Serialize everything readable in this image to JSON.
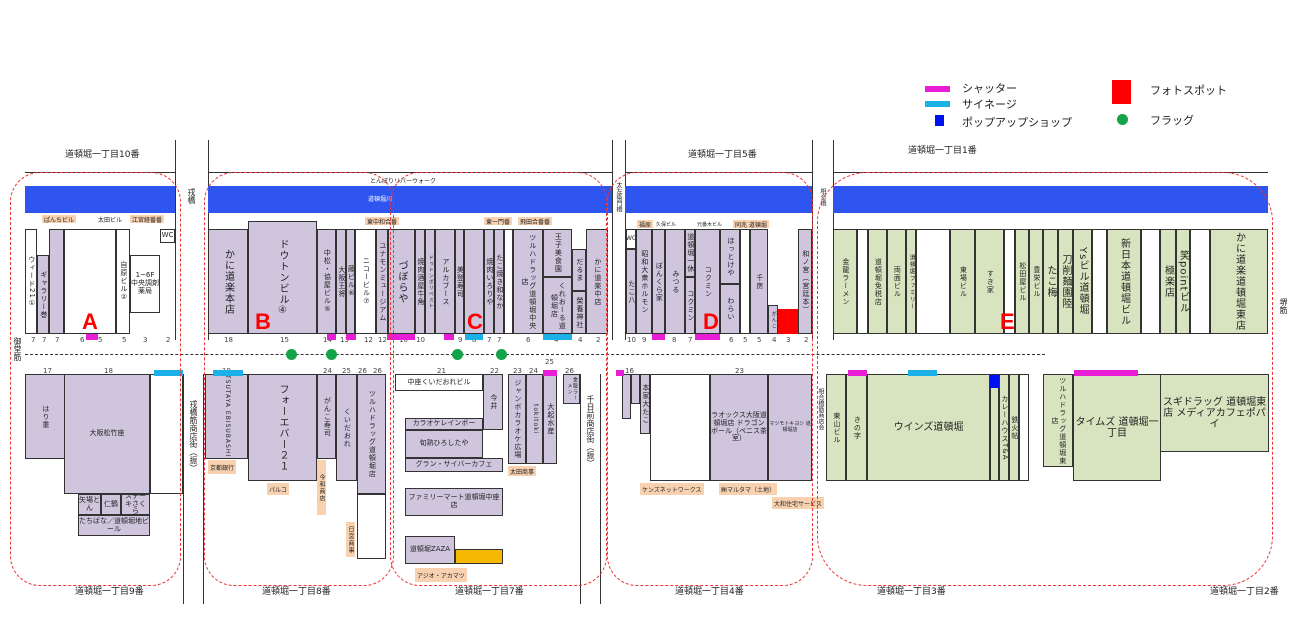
{
  "legend": {
    "shutter": "シャッター",
    "signage": "サイネージ",
    "popup": "ポップアップショップ",
    "photospot": "フォトスポット",
    "flag": "フラッグ"
  },
  "colors": {
    "shutter": "#e81ed6",
    "signage": "#1cb0e8",
    "popup": "#0010f0",
    "photospot": "#ff0000",
    "flag": "#14a348",
    "river": "#2f55f0",
    "shop_west": "#cfc6de",
    "shop_east": "#d8e4bf"
  },
  "zones": [
    "A",
    "B",
    "C",
    "D",
    "E"
  ],
  "blocks": {
    "b10": "道頓堀一丁目10番",
    "b5": "道頓堀一丁目5番",
    "b1": "道頓堀一丁目1番",
    "b9": "道頓堀一丁目9番",
    "b8": "道頓堀一丁目8番",
    "b7": "道頓堀一丁目7番",
    "b4": "道頓堀一丁目4番",
    "b3": "道頓堀一丁目3番",
    "b2": "道頓堀一丁目2番"
  },
  "streets": {
    "ebisu": "戎橋",
    "ebisusuji": "戎橋筋商店街（振）",
    "sennichimae": "千日前商店街（振）",
    "taiko": "太左衛門橋",
    "aiai": "相合橋",
    "aiaisuji": "相合橋筋商店会",
    "sakai": "堺筋",
    "misuji": "御堂筋",
    "riverwalk": "とんぼりリバーウォーク",
    "river": "道頓堀川"
  },
  "top_tags": [
    "ぱんちビル",
    "太田ビル",
    "江宮経番番",
    "東中和合番",
    "東一門番",
    "飛田合番番",
    "福原",
    "久保ビル",
    "元番木ビル",
    "同兆 道頓堀"
  ],
  "top_shops": {
    "weed": "ウィード21①",
    "gallery": "ギャラリー巻",
    "jiyu": "自原ビル②",
    "chuo": "1~6F 中央調剤薬局",
    "wc1": "WC",
    "kani_honten": "かに道楽本店",
    "douton": "ドウトンビル④",
    "nakamatsu": "中松・協屋ビル⑤",
    "osaka_osho": "大阪王将",
    "fuji": "藤ビル⑥",
    "nikko": "ニコービル⑦",
    "unamon": "ユナモンミュージアム",
    "zubora": "づぼらや",
    "gyukaku": "焼肉酒屋牛角",
    "best": "ドゥトンボリベスト",
    "aruka": "アルカブース",
    "mitoshi": "美登寿司",
    "irori": "焼肉いろりや",
    "wanaka": "たこ焼き和なか",
    "tsuruha1": "ツルハドラッグ道頓堀中央店",
    "oji": "王子美食園",
    "creo": "くれおーる道頓堀店",
    "daruma": "だるま",
    "jinja": "榮養神社",
    "kani_naka": "かに道楽中店",
    "takohachi": "たこ八",
    "wc5": "WC",
    "horumon": "昭和大衆ホルモン",
    "bonkura": "ぼんくら家",
    "mitsuru": "みつる",
    "ikkyu": "道頓堀一休",
    "kokumin1": "コクミン",
    "kokumin2": "コクミン",
    "hottoke": "ほっとけや",
    "warai": "わらい",
    "chibo": "千房",
    "ganko5": "がんこ",
    "wanomiya": "和ノ宮（宮廷本）",
    "kinryu1": "金龍ラーメン",
    "menzei": "道頓堀免税店",
    "ryomen": "両面ビル",
    "family": "道頓堀ファミリー",
    "higashiba": "東場ビル",
    "sukiya": "すき家",
    "matsudaya": "松田屋ビル",
    "hoei": "豊栄ビル",
    "takoume": "たこ梅",
    "toshomen": "刀削麺園陸",
    "ys": "Ysビル道頓堀",
    "shinnihon": "新日本道頓堀ビル",
    "gokuraku": "極楽店",
    "smile": "笑pointビル",
    "kani_higashi": "かに道楽道頓堀東店"
  },
  "bottom_shops": {
    "harijyu": "はり重",
    "shochiku": "大阪松竹座",
    "yabaton": "矢場とん",
    "nikaku": "仁鶴",
    "steak": "ステーキさくら",
    "tachibana": "たちばな／道頓堀地ビール",
    "tsutaya": "TSUTAYA EBISUBASHI",
    "forever": "フォーエバー２１",
    "ganko": "がんこ寿司",
    "kuidaore": "くいだおれ",
    "tsuruha2": "ツルハドラッグ道頓堀店",
    "nakaza": "中座くいだおれビル",
    "rainbow": "カラオケレインボー",
    "shinsen": "旬熟ひろしたや",
    "gran": "グラン・サイバーカフェ",
    "fami": "ファミリーマート道頓堀中座店",
    "zaza": "道頓堀ZAZA",
    "imai": "今井",
    "jumbo": "ジャンボカラオケ広場",
    "tokitoki": "tokitoki",
    "daiki": "大起水産",
    "kinryu2": "金龍ラーメン",
    "honke": "本家大たこ",
    "laox": "ラオックス大阪道頓堀店 ドラゴンボール（ペニス茶室）",
    "matsukiyo": "マツモトキヨシ 道頓堀店",
    "higashiyama": "東山ビル",
    "kinoji": "きの字",
    "wins": "ウインズ道頓堀",
    "curry": "カレーハウスT&A",
    "tekka": "鉄火帖",
    "tsuruha3": "ツルハドラッグ道頓堀東店",
    "times": "タイムズ 道頓堀一丁目",
    "sugi": "スギドラッグ 道頓堀東店 メディアカフェポパイ"
  },
  "bottom_tags": [
    "京都銀行",
    "パルコ",
    "今和商店",
    "日宮商事",
    "太田商事",
    "アジオ・アカマツ",
    "ケンズネットワークス",
    "㈱マルタマ（土地）",
    "大和住宅サービス"
  ],
  "numbers_top": [
    "7",
    "7",
    "7",
    "6",
    "5",
    "5",
    "3",
    "2",
    "18",
    "15",
    "14",
    "13",
    "12",
    "12",
    "10",
    "10",
    "9",
    "8",
    "7",
    "7",
    "6",
    "4",
    "4",
    "2",
    "10",
    "9",
    "8",
    "7",
    "6",
    "5",
    "5",
    "4",
    "3",
    "2"
  ],
  "numbers_bottom": [
    "17",
    "18",
    "19",
    "24",
    "25",
    "26",
    "26",
    "21",
    "22",
    "23",
    "24",
    "25",
    "26",
    "16",
    "23"
  ]
}
